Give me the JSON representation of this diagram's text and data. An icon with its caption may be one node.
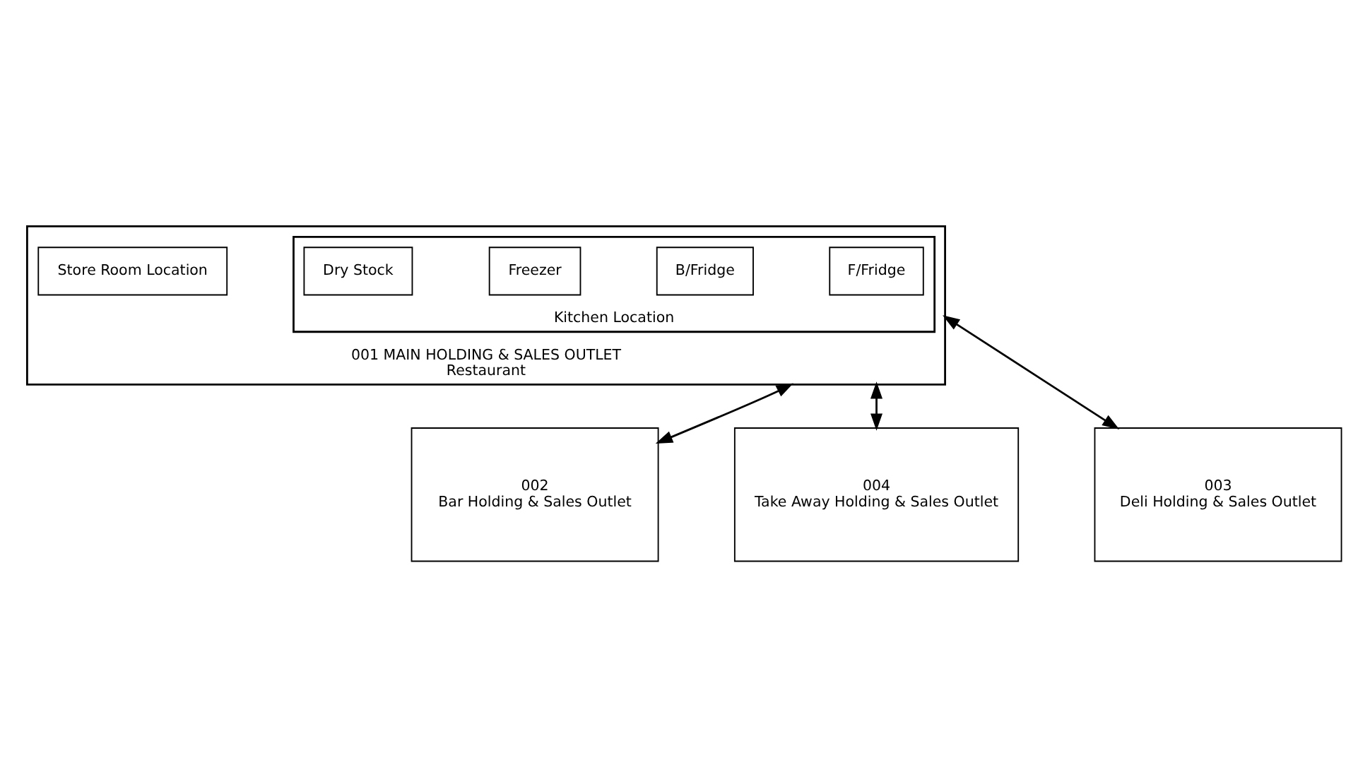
{
  "diagram": {
    "nodes": [
      {
        "text": [
          "001 MAIN HOLDING & SALES OUTLET",
          "Restaurant"
        ]
      },
      {
        "text": [
          "Kitchen Location"
        ],
        "in": 0
      },
      {
        "text": [
          "F/Fridge"
        ],
        "in": 1
      },
      {
        "text": [
          "B/Fridge"
        ],
        "in": 1
      },
      {
        "text": [
          "Freezer"
        ],
        "in": 1
      },
      {
        "text": [
          "Dry Stock"
        ],
        "in": 1
      },
      {
        "text": [
          "Store Room Location"
        ],
        "in": 0
      },
      {
        "text": [
          "002",
          "Bar Holding & Sales Outlet"
        ]
      },
      {
        "text": [
          "004",
          "Take Away Holding & Sales Outlet"
        ]
      },
      {
        "text": [
          "003",
          "Deli Holding & Sales Outlet"
        ]
      }
    ],
    "edges": [
      {
        "from": 0,
        "to": 7,
        "arrow": "both"
      },
      {
        "from": 0,
        "to": 8,
        "arrow": "both"
      },
      {
        "from": 0,
        "to": 9,
        "arrow": "both"
      }
    ]
  }
}
